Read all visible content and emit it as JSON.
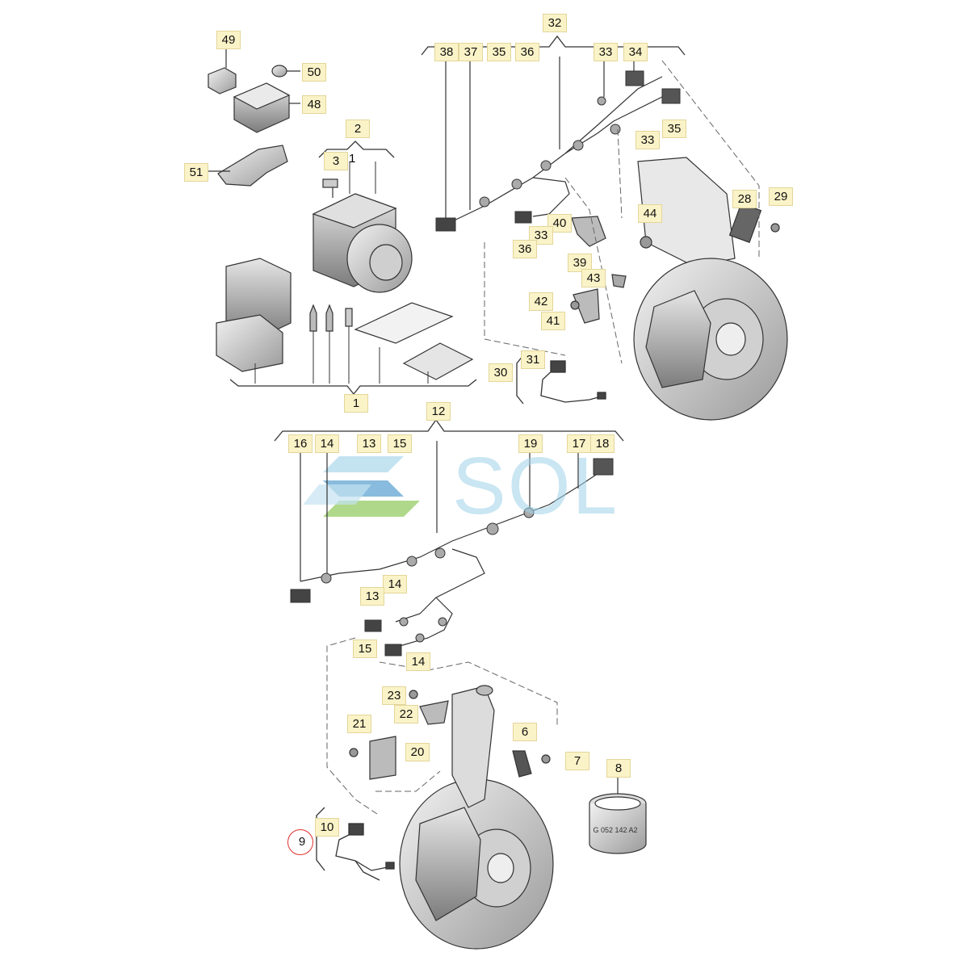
{
  "watermark": {
    "text": "SOL",
    "colors": {
      "blue": "#3a8fc7",
      "light": "#9ed2e8",
      "green": "#7cbf3e"
    }
  },
  "highlight": {
    "part": "9",
    "color": "#e0312c"
  },
  "labels": {
    "p1a": "1",
    "p1b": "1",
    "p2": "2",
    "p3": "3",
    "p6": "6",
    "p7": "7",
    "p8": "8",
    "p9": "9",
    "p10": "10",
    "p12": "12",
    "p13a": "13",
    "p13b": "13",
    "p14a": "14",
    "p14b": "14",
    "p14c": "14",
    "p15a": "15",
    "p15b": "15",
    "p16": "16",
    "p17": "17",
    "p18": "18",
    "p19": "19",
    "p20": "20",
    "p21": "21",
    "p22": "22",
    "p23": "23",
    "p28": "28",
    "p29": "29",
    "p30": "30",
    "p31": "31",
    "p32": "32",
    "p33a": "33",
    "p33b": "33",
    "p33c": "33",
    "p34": "34",
    "p35a": "35",
    "p35b": "35",
    "p36a": "36",
    "p36b": "36",
    "p37": "37",
    "p38": "38",
    "p39": "39",
    "p40": "40",
    "p41": "41",
    "p42": "42",
    "p43": "43",
    "p44": "44",
    "p48": "48",
    "p49": "49",
    "p50": "50",
    "p51": "51"
  },
  "bearing_text": "G 052 142 A2"
}
